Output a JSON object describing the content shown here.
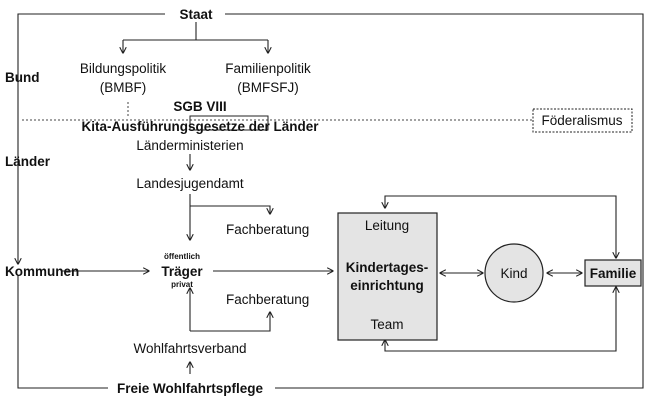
{
  "top": {
    "staat": "Staat"
  },
  "levels": {
    "bund": "Bund",
    "laender": "Länder",
    "kommunen": "Kommunen"
  },
  "ministries": {
    "bildung_line1": "Bildungspolitik",
    "bildung_line2": "(BMBF)",
    "familie_line1": "Familienpolitik",
    "familie_line2": "(BMFSFJ)"
  },
  "law": {
    "sgb": "SGB VIII",
    "kita_gesetze": "Kita-Ausführungsgesetze der Länder"
  },
  "foederalismus": "Föderalismus",
  "chain": {
    "laenderministerien": "Länderministerien",
    "landesjugendamt": "Landesjugendamt",
    "fachberatung_top": "Fachberatung",
    "oeffentlich": "öffentlich",
    "traeger": "Träger",
    "privat": "privat",
    "fachberatung_bottom": "Fachberatung",
    "wohlfahrtsverband": "Wohlfahrtsverband"
  },
  "einrichtung": {
    "leitung": "Leitung",
    "name_line1": "Kindertages-",
    "name_line2": "einrichtung",
    "team": "Team"
  },
  "kind": "Kind",
  "familie": "Familie",
  "bottom": {
    "freie": "Freie Wohlfahrtspflege"
  },
  "colors": {
    "box_fill": "#e4e4e4",
    "line": "#222222"
  }
}
